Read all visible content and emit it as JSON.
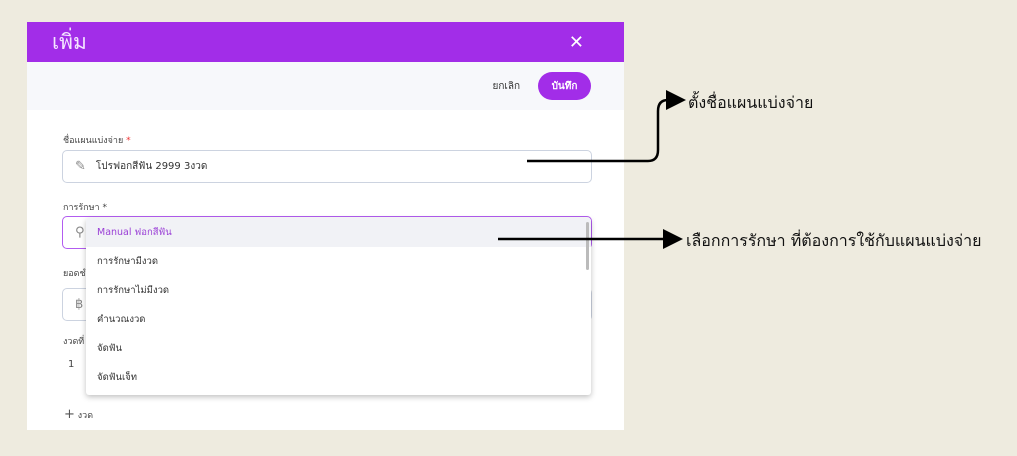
{
  "dialog": {
    "title": "เพิ่ม",
    "close_icon": "close-icon",
    "cancel": "ยกเลิก",
    "save": "บันทึก"
  },
  "form": {
    "plan_name_label": "ชื่อแผนแบ่งจ่าย",
    "plan_name_value": "โปรฟอกสีฟัน 2999 3งวด",
    "treatment_label": "การรักษา",
    "required": "*",
    "amount_label": "ยอดชำระ",
    "amount_icon": "฿",
    "installment_label": "งวดที่",
    "installment_no": "1",
    "add_installment": "งวด"
  },
  "dropdown": {
    "items": [
      "Manual ฟอกสีฟัน",
      "การรักษามีงวด",
      "การรักษาไม่มีงวด",
      "คำนวณงวด",
      "จัดฟัน",
      "จัดฟันเจ็ท"
    ]
  },
  "annotations": {
    "name_note": "ตั้งชื่อแผนแบ่งจ่าย",
    "treatment_note": "เลือกการรักษา ที่ต้องการใช้กับแผนแบ่งจ่าย"
  },
  "colors": {
    "accent": "#a22de8",
    "background": "#eeebdf"
  }
}
